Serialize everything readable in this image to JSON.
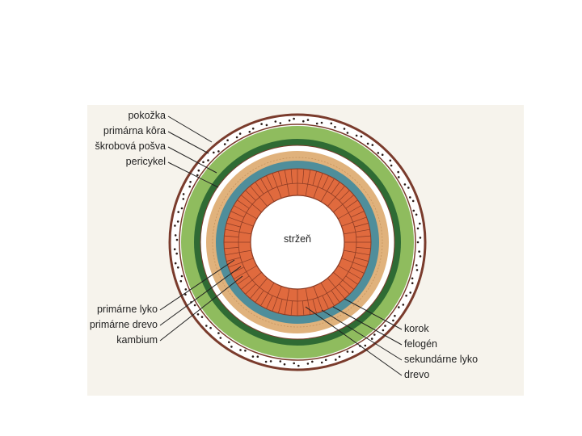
{
  "center_label": "stržeň",
  "labels_left_top": [
    "pokožka",
    "primárna kôra",
    "škrobová pošva",
    "pericykel"
  ],
  "labels_left_bottom": [
    "primárne lyko",
    "primárne drevo",
    "kambium"
  ],
  "labels_right_bottom": [
    "korok",
    "felogén",
    "sekundárne lyko",
    "drevo"
  ],
  "colors": {
    "cortex_green": "#8fbc5e",
    "endodermis_darkgreen": "#2f6b34",
    "phloem_tan": "#e0b27c",
    "cambium_blue": "#4f8e9b",
    "wood_orange": "#e06a3e",
    "outline": "#7a3b2c",
    "pith": "#ffffff"
  }
}
